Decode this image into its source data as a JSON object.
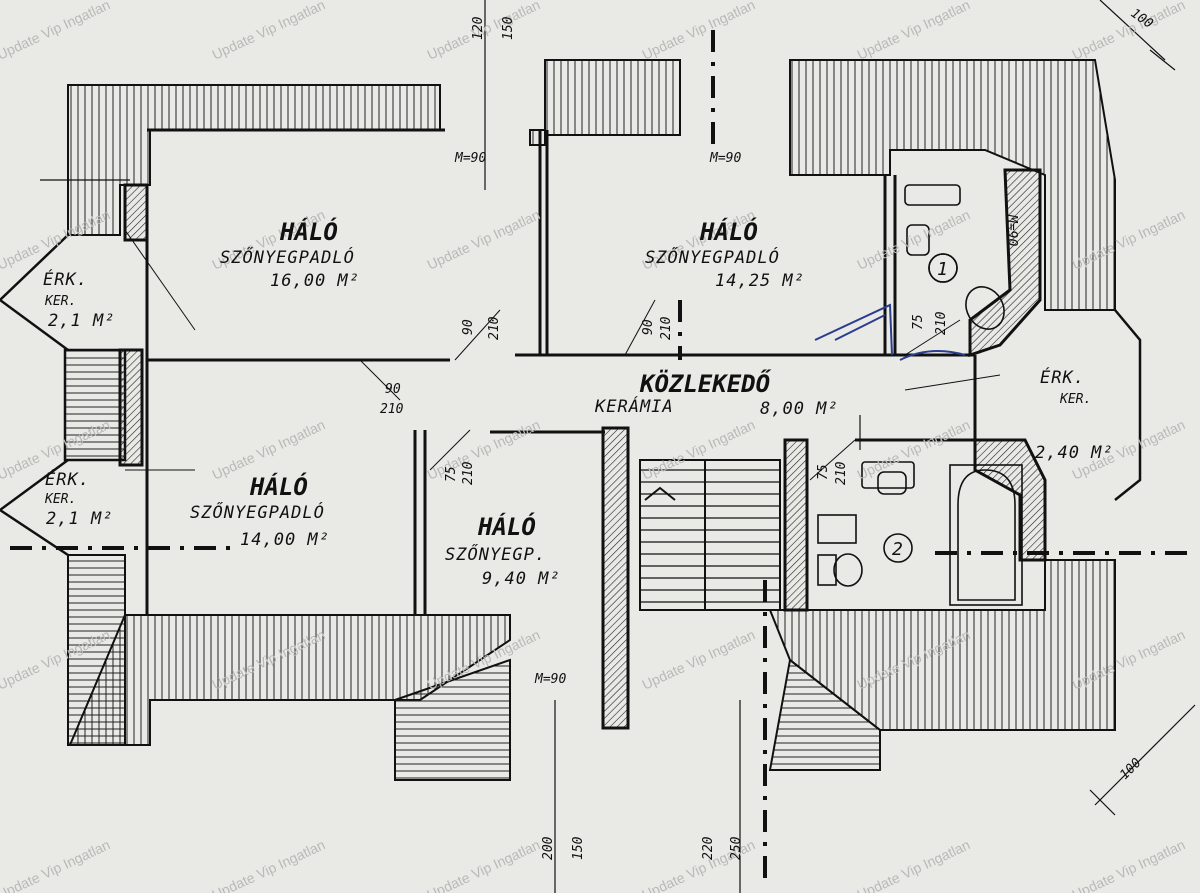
{
  "watermark": "Update Vip Ingatlan",
  "rooms": {
    "bedroom_top_left": {
      "name": "HÁLÓ",
      "floor": "SZŐNYEGPADLÓ",
      "area": "16,00 M²"
    },
    "bedroom_top_right": {
      "name": "HÁLÓ",
      "floor": "SZŐNYEGPADLÓ",
      "area": "14,25 M²"
    },
    "bedroom_bottom_left": {
      "name": "HÁLÓ",
      "floor": "SZŐNYEGPADLÓ",
      "area": "14,00 M²"
    },
    "bedroom_small": {
      "name": "HÁLÓ",
      "floor": "SZŐNYEGP.",
      "area": "9,40 M²"
    },
    "hallway": {
      "name": "KÖZLEKEDŐ",
      "floor": "KERÁMIA",
      "area": "8,00 M²"
    },
    "storage_left_top": {
      "name": "ÉRK.",
      "floor": "KER.",
      "area": "2,1 M²"
    },
    "storage_left_bottom": {
      "name": "ÉRK.",
      "floor": "KER.",
      "area": "2,1 M²"
    },
    "storage_right": {
      "name": "ÉRK.",
      "floor": "KER.",
      "area": "2,40 M²"
    }
  },
  "bathroom_numbers": [
    "1",
    "2"
  ],
  "door_labels": {
    "d1_w": "90",
    "d1_h": "210",
    "d2_w": "90",
    "d2_h": "210",
    "d3_w": "90",
    "d3_h": "210",
    "d4_w": "75",
    "d4_h": "210",
    "d5_w": "75",
    "d5_h": "210",
    "d6_w": "75",
    "d6_h": "210"
  },
  "window_labels": [
    "M=90",
    "M=90",
    "M=90",
    "M=90"
  ],
  "dimensions": {
    "top_left_a": "120",
    "top_left_b": "150",
    "bottom_a": "200",
    "bottom_b": "150",
    "bottom_c": "220",
    "bottom_d": "250",
    "corner_top": "100",
    "corner_bottom": "100"
  }
}
